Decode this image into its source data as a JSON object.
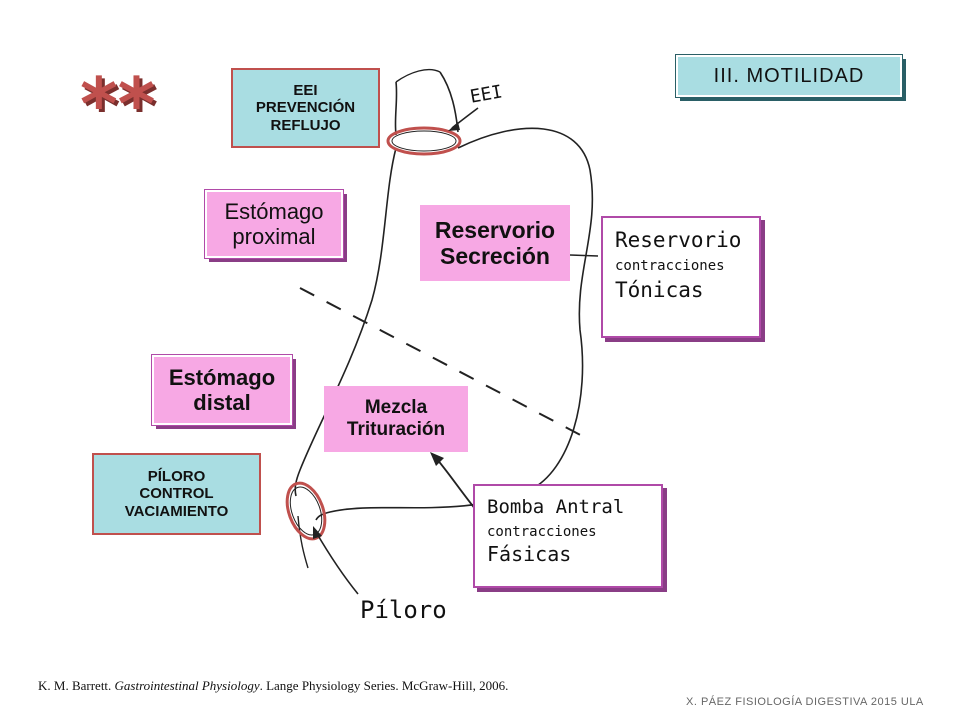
{
  "title": "III. MOTILIDAD",
  "marker": "**",
  "labels": {
    "eei_box": [
      "EEI",
      "PREVENCIÓN",
      "REFLUJO"
    ],
    "piloro_box": [
      "PÍLORO",
      "CONTROL",
      "VACIAMIENTO"
    ],
    "estomago_proximal": [
      "Estómago",
      "proximal"
    ],
    "estomago_distal": [
      "Estómago",
      "distal"
    ],
    "reservorio": [
      "Reservorio",
      "Secreción"
    ],
    "mezcla": [
      "Mezcla",
      "Trituración"
    ],
    "eei_hand": "EEI",
    "piloro_hand": "Píloro"
  },
  "notes": {
    "reservorio": [
      "Reservorio",
      "contracciones",
      "Tónicas"
    ],
    "bomba": [
      "Bomba Antral",
      "contracciones",
      "Fásicas"
    ]
  },
  "reference": {
    "authors": "K. M. Barrett. ",
    "book": "Gastrointestinal Physiology",
    "rest": ". Lange Physiology Series. McGraw-Hill, 2006."
  },
  "footer": "X. PÁEZ   FISIOLOGÍA DIGESTIVA 2015   ULA",
  "colors": {
    "teal_box": "#a9dde2",
    "pink_box": "#f7a8e4",
    "sphincter_ring": "#c0504d",
    "box_border_purple": "#b04aa8"
  }
}
